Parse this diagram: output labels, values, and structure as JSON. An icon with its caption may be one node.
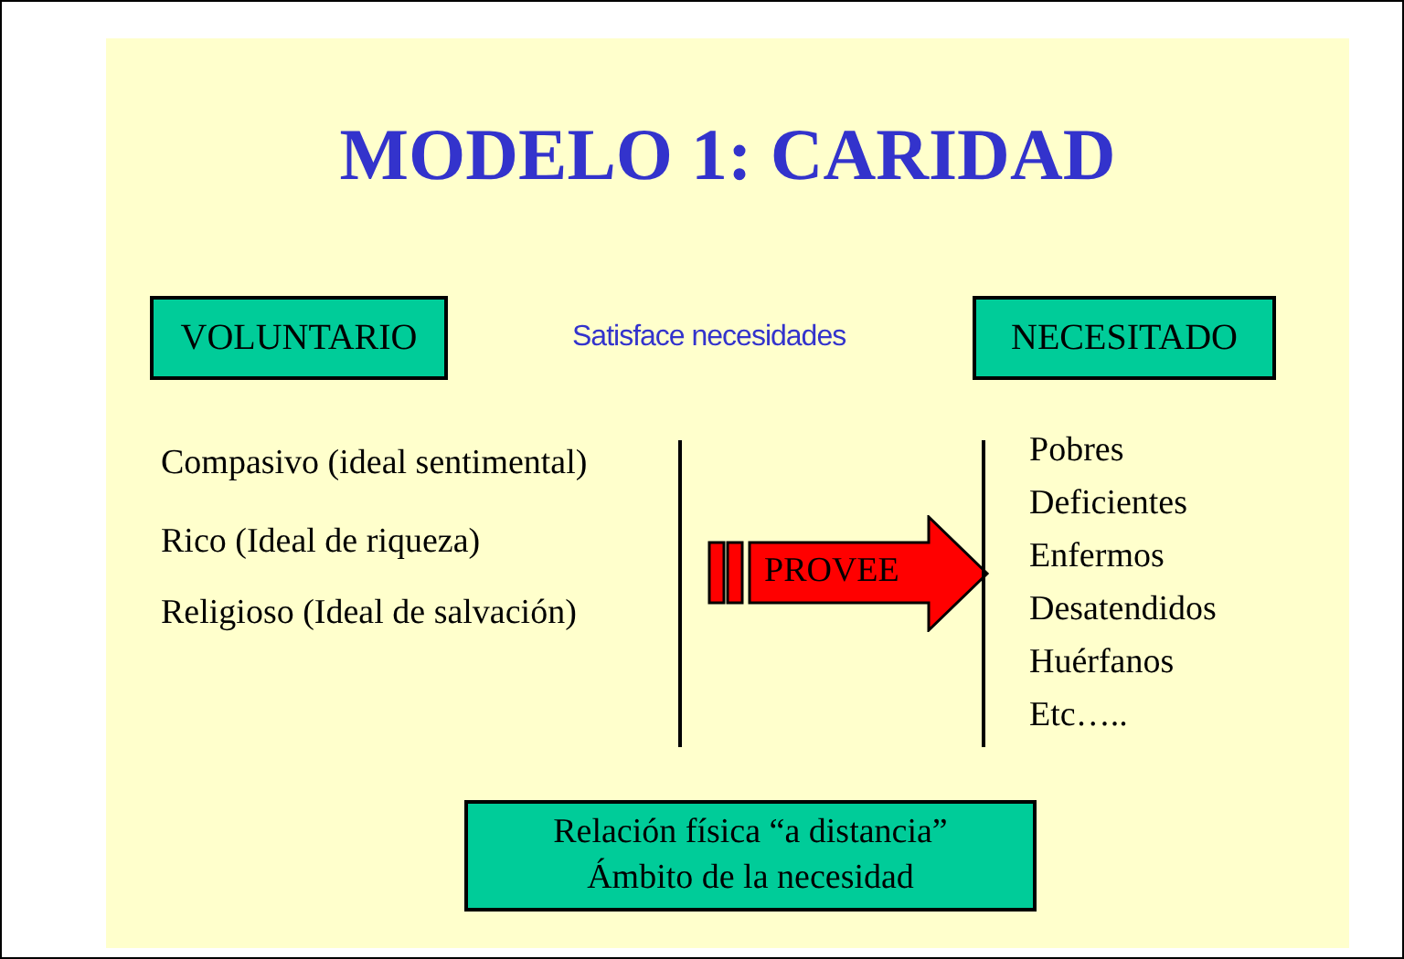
{
  "diagram": {
    "title": "MODELO 1: CARIDAD",
    "nodes": [
      {
        "text": [
          "VOLUNTARIO"
        ]
      },
      {
        "text": [
          "NECESITADO"
        ]
      },
      {
        "text": [
          "PROVEE"
        ]
      },
      {
        "text": [
          "Relación física “a distancia”",
          "Ámbito de la necesidad"
        ]
      }
    ],
    "labels": [
      "Satisface necesidades",
      "Compasivo (ideal sentimental)",
      "Rico (Ideal de riqueza)",
      "Religioso (Ideal de salvación)",
      "Pobres",
      "Deficientes",
      "Enfermos",
      "Desatendidos",
      "Huérfanos",
      "Etc….."
    ]
  }
}
